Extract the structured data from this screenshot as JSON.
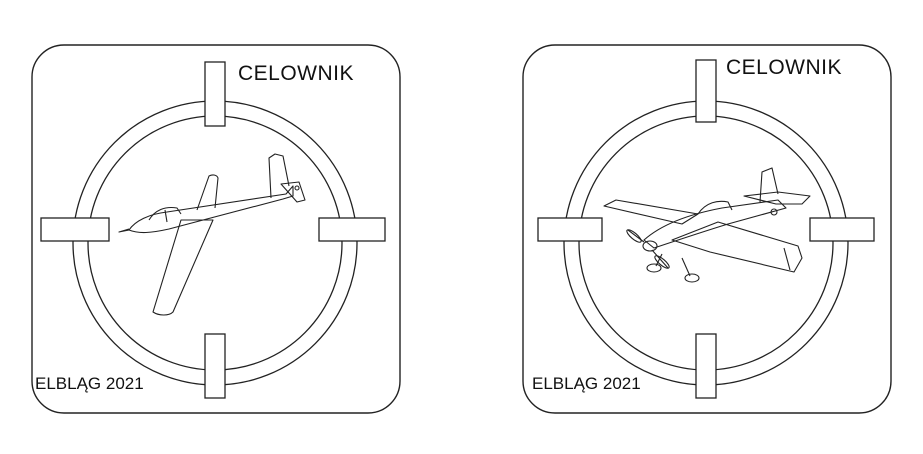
{
  "badges": [
    {
      "title": "CELOWNIK",
      "footer": "ELBLĄG 2021",
      "aircraft": "glider-outline"
    },
    {
      "title": "CELOWNIK",
      "footer": "ELBLĄG 2021",
      "aircraft": "aerobatic-plane-outline"
    }
  ],
  "colors": {
    "stroke": "#222222",
    "background": "#ffffff"
  }
}
